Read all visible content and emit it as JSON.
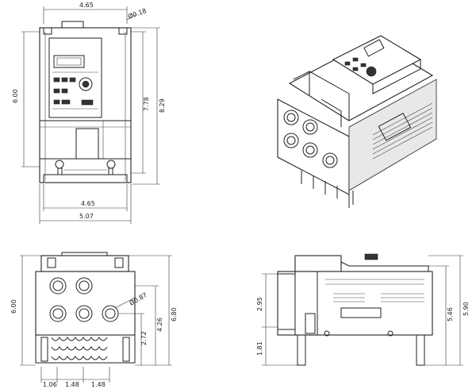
{
  "front_view": {
    "dims": {
      "top_width": "4.65",
      "mount_hole": "Ø0.18",
      "height_left": "6.00",
      "height_mid": "7.78",
      "height_right": "8.29",
      "bottom_width_inner": "4.65",
      "bottom_width_outer": "5.07"
    }
  },
  "bottom_view": {
    "dims": {
      "height_left": "6.00",
      "knockout_dia": "Ø0.87",
      "row_height": "2.72",
      "mid_height": "4.26",
      "height_right": "6.80",
      "spacing_1": "1.06",
      "spacing_2": "1.48",
      "spacing_3": "1.48"
    }
  },
  "side_view": {
    "dims": {
      "upper_height": "2.95",
      "lower_height": "1.81",
      "total_height_inner": "5.46",
      "total_height_outer": "5.90"
    }
  }
}
